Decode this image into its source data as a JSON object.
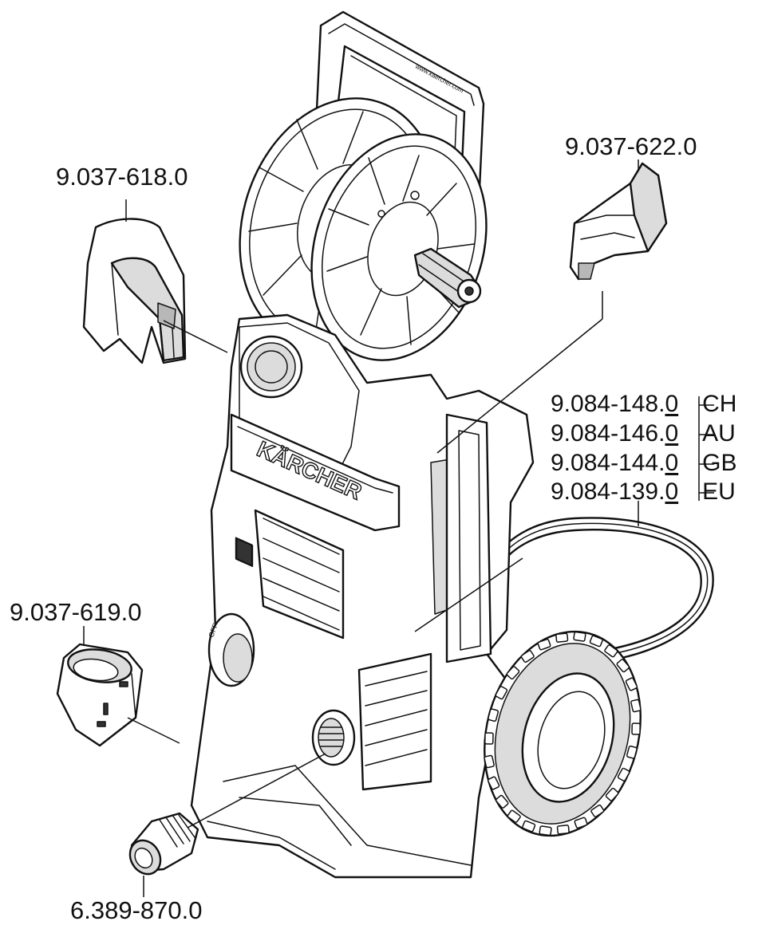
{
  "labels": {
    "nozzle_holder_top": "9.037-622.0",
    "accessory_holder_left": "9.037-618.0",
    "cable_hook_left": "9.037-619.0",
    "hose_adapter": "6.389-870.0"
  },
  "power_cords": [
    {
      "part": "9.084-148.",
      "suffix": "0",
      "region": "CH"
    },
    {
      "part": "9.084-146.",
      "suffix": "0",
      "region": "AU"
    },
    {
      "part": "9.084-144.",
      "suffix": "0",
      "region": "GB"
    },
    {
      "part": "9.084-139.",
      "suffix": "0",
      "region": "EU"
    }
  ],
  "brand": {
    "logo_text": "KÄRCHER",
    "handle_text": "www.kaercher.com"
  },
  "switch_text": "OFF"
}
